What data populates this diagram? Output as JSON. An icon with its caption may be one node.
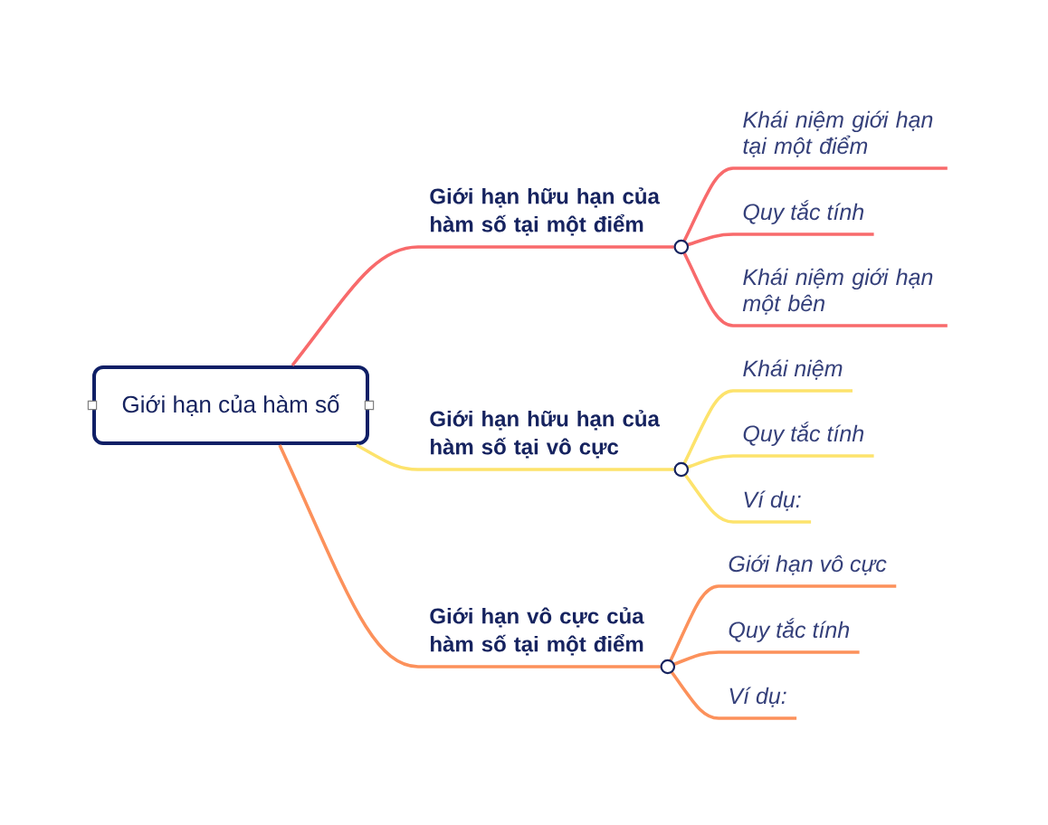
{
  "diagram": {
    "nodes": [
      {
        "text": [
          "Giới hạn của hàm số"
        ]
      },
      {
        "text": [
          "Giới hạn hữu hạn của hàm số tại một điểm"
        ]
      },
      {
        "text": [
          "Khái niệm giới hạn tại một điểm"
        ]
      },
      {
        "text": [
          "Quy tắc tính"
        ]
      },
      {
        "text": [
          "Khái niệm giới hạn một bên"
        ]
      },
      {
        "text": [
          "Giới hạn hữu hạn của hàm số tại vô cực"
        ]
      },
      {
        "text": [
          "Khái niệm"
        ]
      },
      {
        "text": [
          "Quy tắc tính"
        ]
      },
      {
        "text": [
          "Ví dụ:"
        ]
      },
      {
        "text": [
          "Giới hạn vô cực của hàm số tại một điểm"
        ]
      },
      {
        "text": [
          "Giới hạn vô cực"
        ]
      },
      {
        "text": [
          "Quy tắc tính"
        ]
      },
      {
        "text": [
          "Ví dụ:"
        ]
      }
    ],
    "edges": [
      {
        "from": 0,
        "to": 1,
        "arrow": "none",
        "color": "#f86a6b"
      },
      {
        "from": 1,
        "to": 2,
        "arrow": "none",
        "color": "#f86a6b"
      },
      {
        "from": 1,
        "to": 3,
        "arrow": "none",
        "color": "#f86a6b"
      },
      {
        "from": 1,
        "to": 4,
        "arrow": "none",
        "color": "#f86a6b"
      },
      {
        "from": 0,
        "to": 5,
        "arrow": "none",
        "color": "#fde36c"
      },
      {
        "from": 5,
        "to": 6,
        "arrow": "none",
        "color": "#fde36c"
      },
      {
        "from": 5,
        "to": 7,
        "arrow": "none",
        "color": "#fde36c"
      },
      {
        "from": 5,
        "to": 8,
        "arrow": "none",
        "color": "#fde36c"
      },
      {
        "from": 0,
        "to": 9,
        "arrow": "none",
        "color": "#fc915b"
      },
      {
        "from": 9,
        "to": 10,
        "arrow": "none",
        "color": "#fc915b"
      },
      {
        "from": 9,
        "to": 11,
        "arrow": "none",
        "color": "#fc915b"
      },
      {
        "from": 9,
        "to": 12,
        "arrow": "none",
        "color": "#fc915b"
      }
    ]
  }
}
